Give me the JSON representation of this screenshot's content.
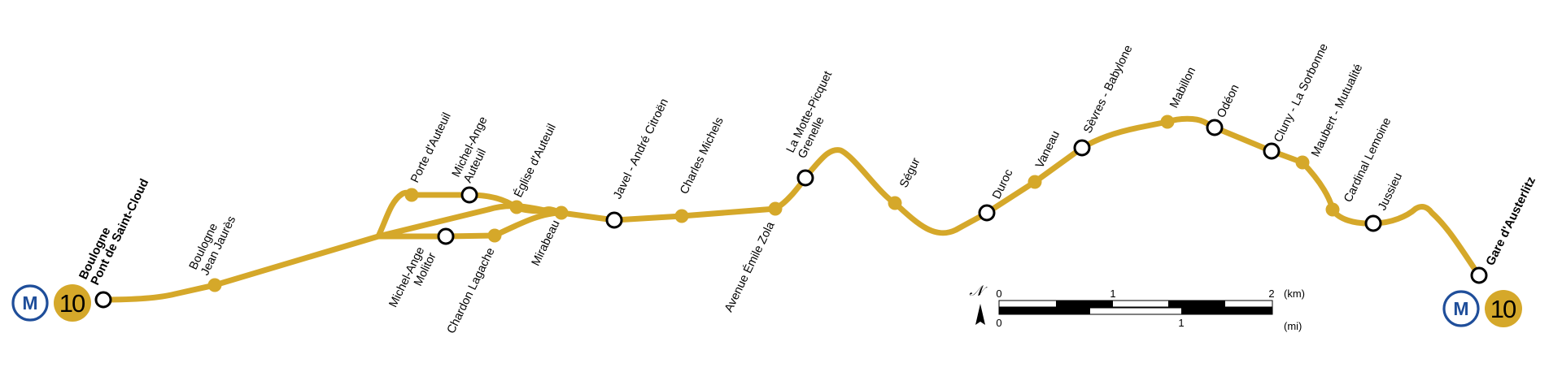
{
  "line": {
    "number": "10",
    "metro_symbol": "M",
    "line_color": "#D5A82A",
    "metro_color": "#1F4E9A"
  },
  "stations": {
    "boulogne_pont": "Boulogne\nPont de Saint-Cloud",
    "boulogne_jaures": "Boulogne\nJean Jaurès",
    "porte_auteuil": "Porte d'Auteuil",
    "michel_ange_auteuil": "Michel-Ange\nAuteuil",
    "eglise_auteuil": "Église d'Auteuil",
    "michel_ange_molitor": "Michel-Ange\nMolitor",
    "chardon_lagache": "Chardon Lagache",
    "mirabeau": "Mirabeau",
    "javel": "Javel - André Citroën",
    "charles_michels": "Charles Michels",
    "emile_zola": "Avenue Émile Zola",
    "la_motte_picquet": "La Motte-Picquet\nGrenelle",
    "segur": "Ségur",
    "duroc": "Duroc",
    "vaneau": "Vaneau",
    "sevres_babylone": "Sèvres - Babylone",
    "mabillon": "Mabillon",
    "odeon": "Odéon",
    "cluny": "Cluny - La Sorbonne",
    "maubert": "Maubert - Mutualité",
    "cardinal_lemoine": "Cardinal Lemoine",
    "jussieu": "Jussieu",
    "gare_austerlitz": "Gare d'Austerlitz"
  },
  "scale": {
    "north_symbol": "𝒩",
    "km_ticks": [
      "0",
      "1",
      "2"
    ],
    "km_unit": "(km)",
    "mi_ticks": [
      "0",
      "1"
    ],
    "mi_unit": "(mi)"
  }
}
